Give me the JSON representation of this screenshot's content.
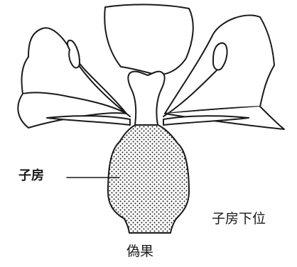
{
  "figure": {
    "labels": {
      "ovary": "子房",
      "ovary_position": "子房下位",
      "caption": "偽果"
    },
    "icon": "inferior-ovary-flower-illustration",
    "colors": {
      "ink": "#1a1a1a",
      "background": "#ffffff"
    }
  }
}
